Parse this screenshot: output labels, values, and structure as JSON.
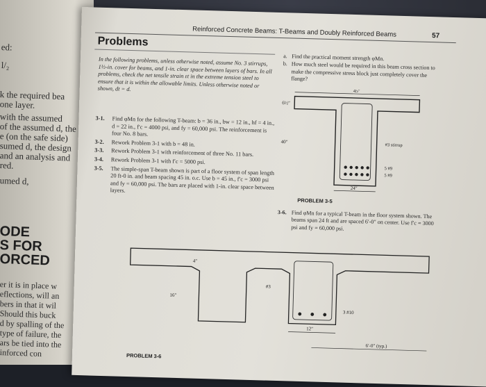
{
  "left_page": {
    "fragments": [
      "ed:",
      "l/₂",
      "k the required bea",
      "one layer.",
      "with the assumed",
      "of the assumed d, the",
      "e (on the safe side)",
      "sumed d, the design",
      "and an analysis and",
      "red.",
      "umed d,",
      "er it is in place w",
      "eflections, will an",
      "bers in that it wil",
      "Should this buck",
      "d by spalling of the",
      "type of failure, the",
      "ars be tied into the",
      "inforced con"
    ],
    "heading_lines": [
      "ODE",
      "S FOR",
      "ORCED"
    ]
  },
  "page": {
    "running_head": "Reinforced Concrete Beams: T-Beams and Doubly Reinforced Beams",
    "page_number": "57",
    "section_title": "Problems",
    "intro": "In the following problems, unless otherwise noted, assume No. 3 stirrups, 1½-in. cover for beams, and 1-in. clear space between layers of bars. In all problems, check the net tensile strain εt in the extreme tension steel to ensure that it is within the allowable limits. Unless otherwise noted or shown, dt = d.",
    "problems": [
      {
        "num": "3-1.",
        "text": "Find φMn for the following T-beam: b = 36 in., bw = 12 in., hf = 4 in., d = 22 in., f′c = 4000 psi, and fy = 60,000 psi. The reinforcement is four No. 8 bars."
      },
      {
        "num": "3-2.",
        "text": "Rework Problem 3-1 with b = 48 in."
      },
      {
        "num": "3-3.",
        "text": "Rework Problem 3-1 with reinforcement of three No. 11 bars."
      },
      {
        "num": "3-4.",
        "text": "Rework Problem 3-1 with f′c = 5000 psi."
      },
      {
        "num": "3-5.",
        "text": "The simple-span T-beam shown is part of a floor system of span length 20 ft-0 in. and beam spacing 45 in. o.c. Use b = 45 in., f′c = 3000 psi and fy = 60,000 psi. The bars are placed with 1-in. clear space between layers."
      }
    ],
    "right_items": [
      {
        "num": "a.",
        "text": "Find the practical moment strength φMn."
      },
      {
        "num": "b.",
        "text": "How much steel would be required in this beam cross section to make the compressive stress block just completely cover the flange?"
      }
    ],
    "problem_36": {
      "num": "3-6.",
      "text": "Find φMn for a typical T-beam in the floor system shown. The beams span 24 ft and are spaced 6′-0″ on center. Use f′c = 3000 psi and fy = 60,000 psi."
    },
    "fig35": {
      "caption": "PROBLEM 3-5",
      "flange_width": "45″",
      "flange_depth": "6½″",
      "total_depth": "40″",
      "stirrup": "#3 stirrup",
      "bars_top": "5 #9",
      "bars_bottom": "5 #9",
      "web_width": "24″"
    },
    "fig36": {
      "caption": "PROBLEM 3-6",
      "slab_depth": "4″",
      "beam_depth": "16″",
      "stirrup": "#3",
      "bars": "3 #10",
      "web_width": "12″",
      "spacing": "6′-0″ (typ.)"
    }
  }
}
